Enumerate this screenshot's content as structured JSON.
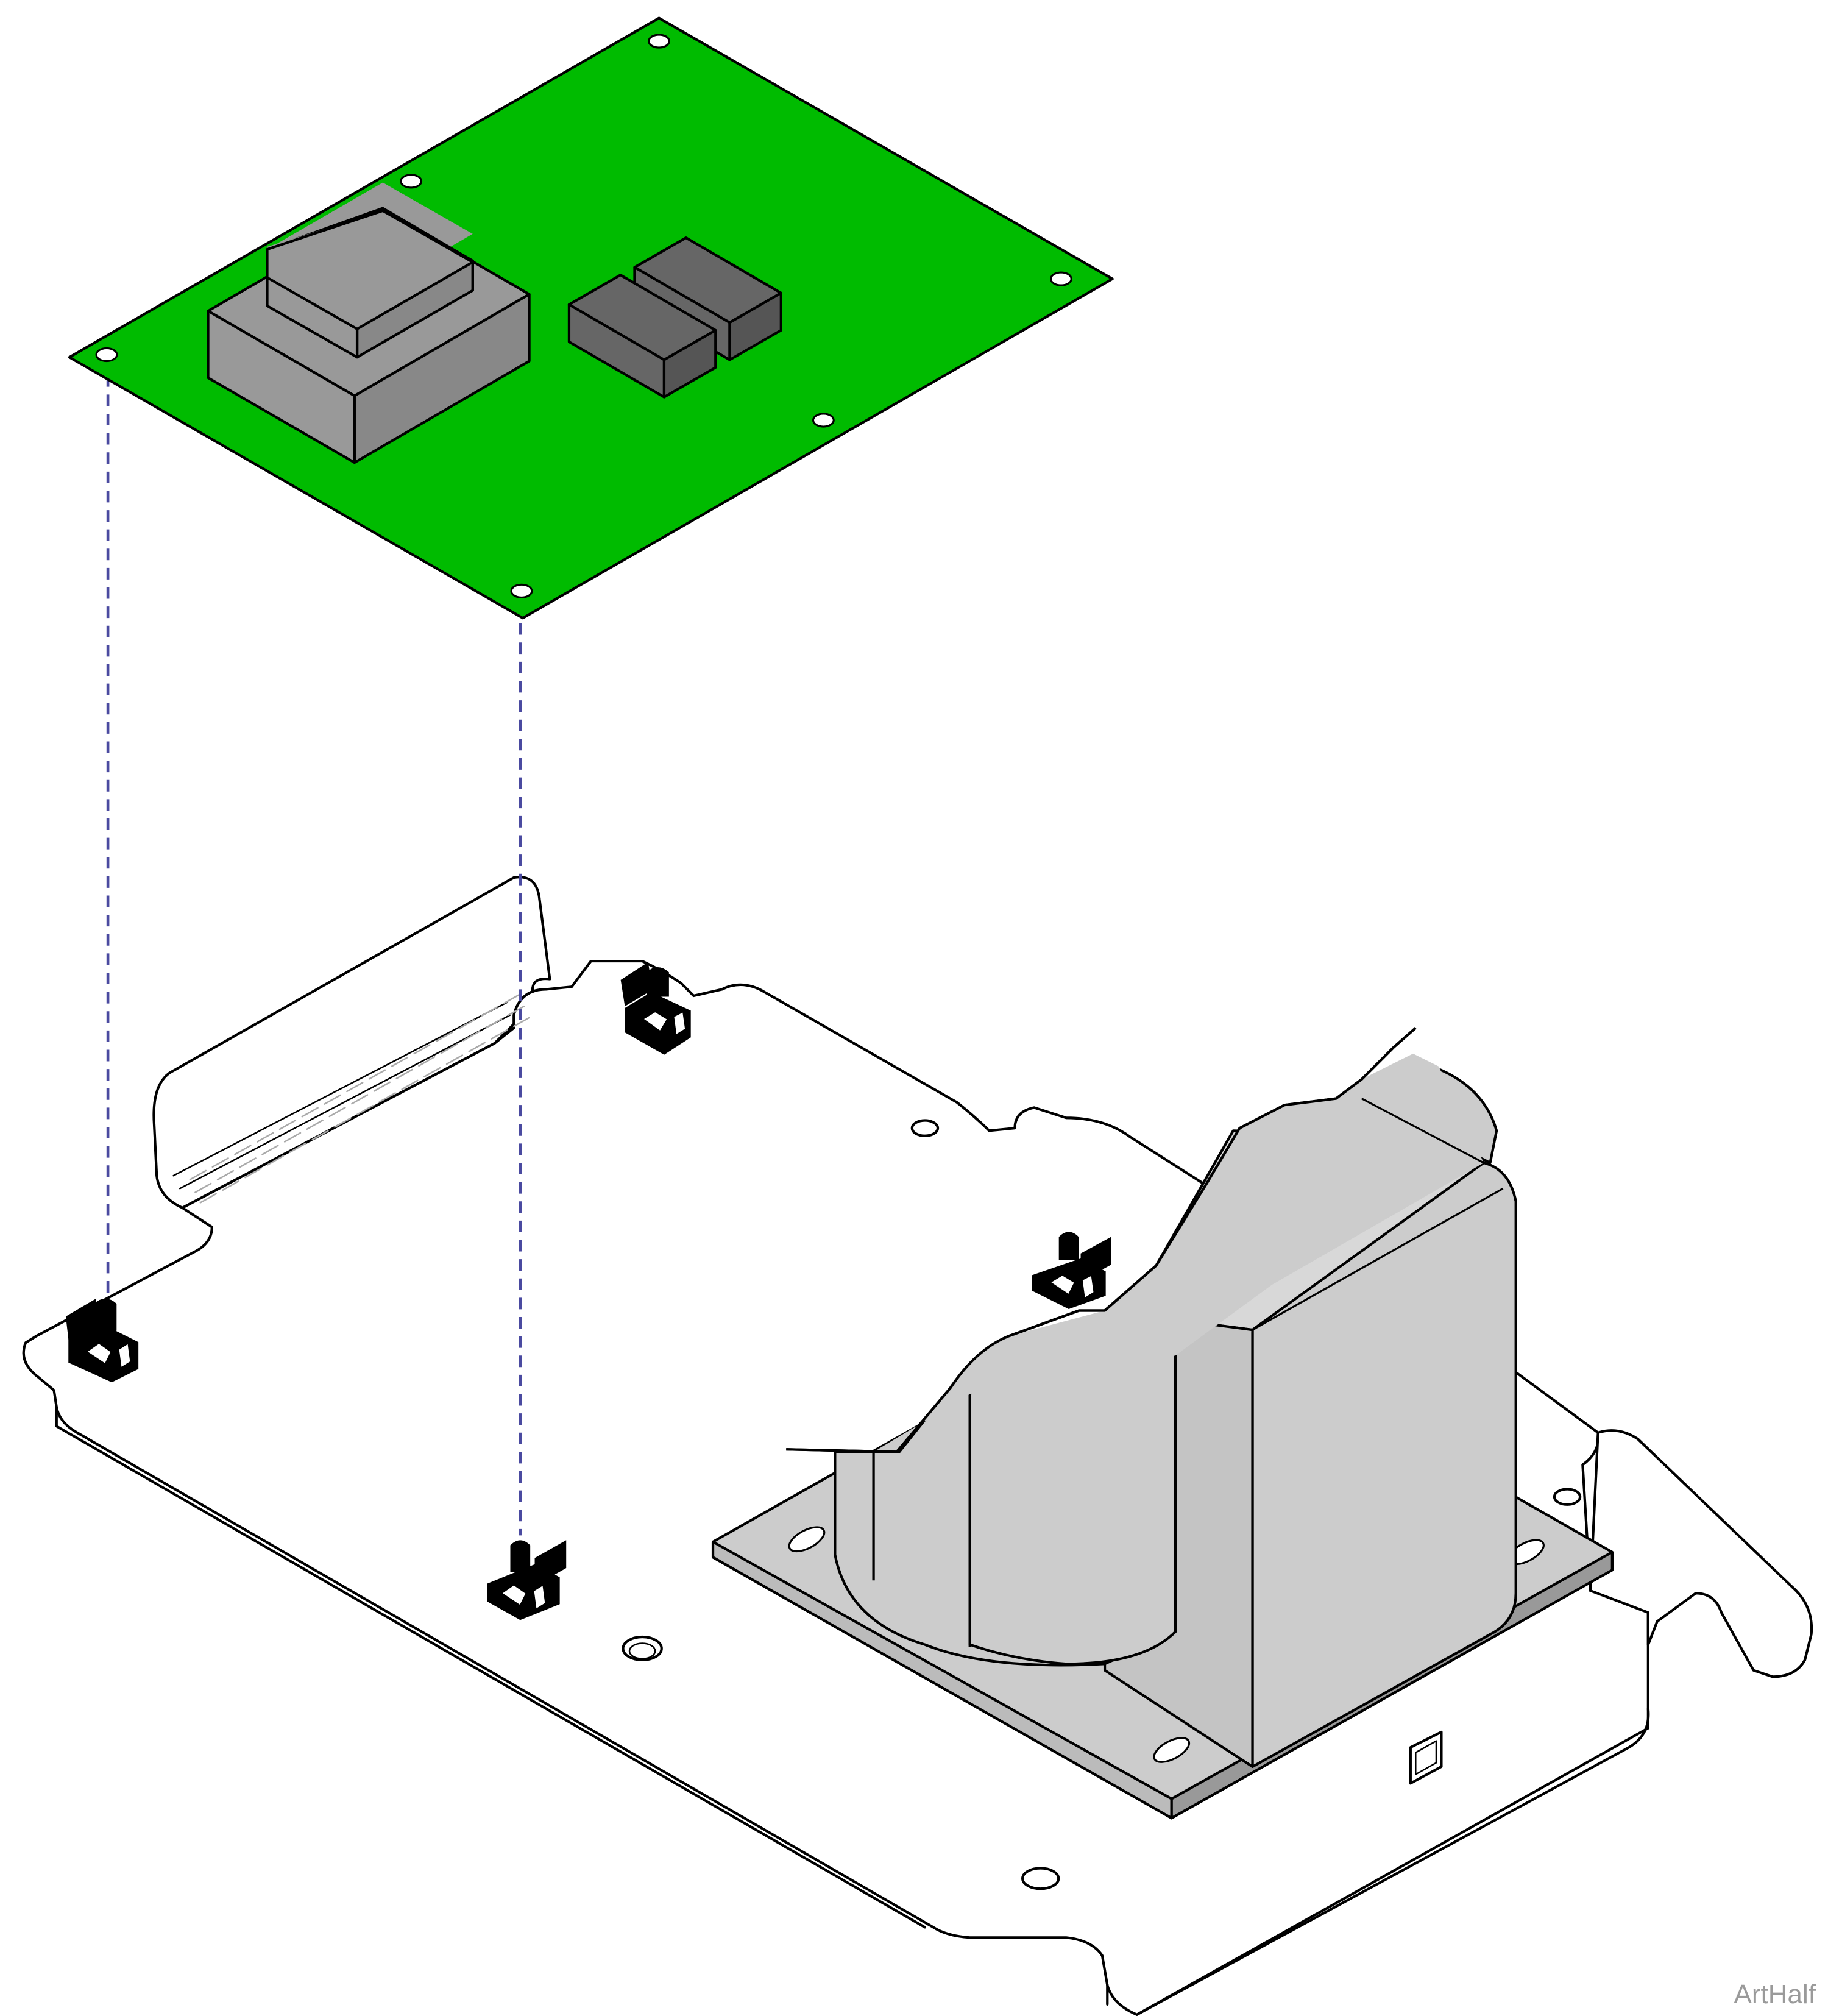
{
  "credit": {
    "text": "ArtHalf"
  },
  "colors": {
    "pcb": "#00bb00",
    "transformer_light": "#cccccc",
    "component_gray": "#999999",
    "component_dark": "#666666",
    "guide_line": "#4a4aa0",
    "outline": "#000000"
  },
  "parts": [
    {
      "name": "circuit-board",
      "icon": "pcb-icon"
    },
    {
      "name": "board-transformer",
      "icon": "transformer-icon"
    },
    {
      "name": "relays",
      "icon": "relay-icon"
    },
    {
      "name": "standoffs",
      "count": 4,
      "icon": "standoff-clip-icon"
    },
    {
      "name": "power-transformer",
      "icon": "transformer-icon"
    },
    {
      "name": "mounting-plate",
      "icon": "bracket-icon"
    }
  ]
}
